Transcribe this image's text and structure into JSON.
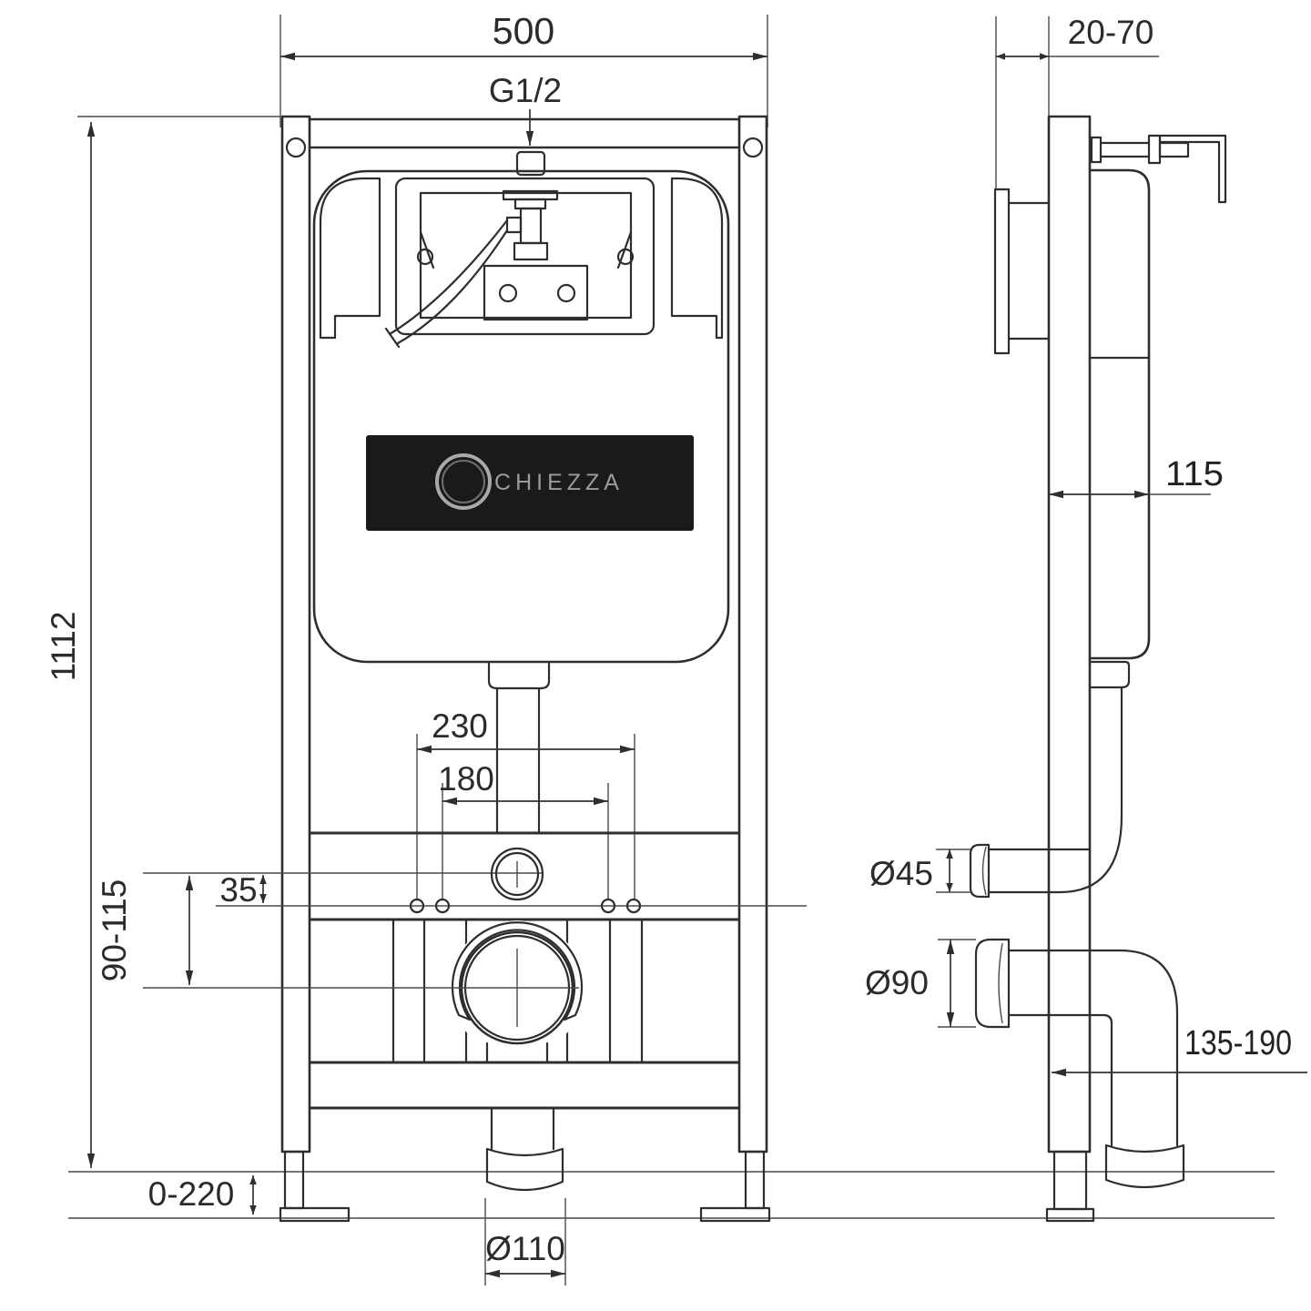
{
  "brand": {
    "name": "CHIEZZA"
  },
  "colors": {
    "line": "#2e2e2e",
    "background": "#ffffff",
    "badge_background": "#1a1a1a",
    "badge_ring": "#a9a9a9",
    "badge_text": "#9c9c9c"
  },
  "front_view": {
    "overall_width": "500",
    "water_inlet_thread": "G1/2",
    "frame_height": "1112",
    "fixing_span_outer": "230",
    "fixing_span_inner": "180",
    "inlet_offset": "35",
    "outlet_height_range": "90-115",
    "leg_adjustment_range": "0-220",
    "drain_diameter": "Ø110"
  },
  "side_view": {
    "wall_distance_range": "20-70",
    "frame_depth": "115",
    "flush_pipe_diameter": "Ø45",
    "outlet_pipe_diameter": "Ø90",
    "outlet_depth_range": "135-190"
  }
}
